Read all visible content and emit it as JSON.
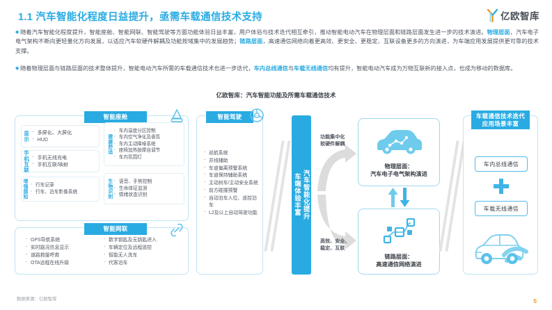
{
  "header": {
    "title": "1.1 汽车智能化程度日益提升，亟需车载通信技术支持",
    "logo_text": "亿欧智库"
  },
  "paragraphs": [
    {
      "segments": [
        {
          "text": "随着汽车智能化程度提升，智能座舱、智能网联、智能驾驶等方面功能体验日益丰富，用户体验与技术迭代相互牵引，推动智能电动汽车在物理层面和链路层面发生进一步的技术演进。",
          "highlight": false
        },
        {
          "text": "物理层面",
          "highlight": true
        },
        {
          "text": "，汽车电子电气架构不断向更轻量化方向发展，以适应汽车软硬件解耦及功能按域集中的发展趋势；",
          "highlight": false
        },
        {
          "text": "链路层面",
          "highlight": true
        },
        {
          "text": "，高速通信网络向着更高效、更安全、更稳定、互联设备更多的方向演进，为车端应用发展提供更可靠的技术支撑。",
          "highlight": false
        }
      ]
    },
    {
      "segments": [
        {
          "text": "随着物理层面与链路层面的技术整体提升，智能电动汽车所需的车载通信技术也进一步迭代，",
          "highlight": false
        },
        {
          "text": "车内总线通信",
          "highlight": true
        },
        {
          "text": "与",
          "highlight": false
        },
        {
          "text": "车载无线通信",
          "highlight": true
        },
        {
          "text": "均有提升，智能电动汽车成为万物互联新的接入点，也成为移动的数据库。",
          "highlight": false
        }
      ]
    }
  ],
  "chart_title": "亿欧智库：汽车智能功能及所需车载通信技术",
  "diagram": {
    "cockpit": {
      "title": "智能座舱",
      "icon": "car-seat-icon",
      "groups": [
        {
          "label": "显示",
          "items": [
            "多屏化、大屏化",
            "HUD"
          ]
        },
        {
          "label": "手机互联",
          "items": [
            "手机无线充电",
            "手机互联/映射"
          ]
        },
        {
          "label": "增强感知",
          "items": [
            "行车记录",
            "行车、泊车影像系统"
          ]
        },
        {
          "label": "健康舒适",
          "items": [
            "车内温度分区控制",
            "车内空气净化及香氛",
            "车内主动降噪系统",
            "座椅加热按摩自调节",
            "车内氛围灯"
          ]
        },
        {
          "label": "生物识别",
          "items": [
            "语音、手势控制",
            "生命体征监测",
            "情绪状态识别"
          ]
        }
      ]
    },
    "connected": {
      "title": "智能网联",
      "icon": "link-chain-icon",
      "col_left": [
        "GPS导航系统",
        "实时路况信息显示",
        "道路救援呼救",
        "OTA远程在线升级"
      ],
      "col_right": [
        "数字钥匙及无钥匙进入",
        "车辆定位及远程遥控",
        "智能无人洗车",
        "代客泊车"
      ]
    },
    "driving": {
      "title": "智能驾驶",
      "icon": "steering-wheel-icon",
      "items": [
        "巡航系统",
        "并线辅助",
        "车道偏离预警系统",
        "车道保持辅助系统",
        "主动刹车/主动安全系统",
        "前方碰撞预警",
        "自动泊车入位、遥控泊车",
        "L2及以上自动驾驶功能"
      ]
    },
    "center_bar": {
      "line1": "汽车智能化提升",
      "line2": "车端体验丰富"
    },
    "arrow_labels": {
      "top": "功能集中化\n软硬件解耦",
      "top_line1": "功能集中化",
      "top_line2": "软硬件解耦",
      "bottom_line1": "高效、安全、",
      "bottom_line2": "稳定、互联"
    },
    "physical_layer": {
      "line1": "物理层面：",
      "line2": "汽车电子电气架构演进",
      "icon": "car-network-icon"
    },
    "link_layer": {
      "line1": "链路层面：",
      "line2": "高速通信网络演进",
      "icon": "network-nodes-icon"
    },
    "application": {
      "title_line1": "车载通信技术迭代",
      "title_line2": "应用场景丰富",
      "pill_top": "车内总线通信",
      "pill_bottom": "车载无线通信",
      "plus_icon": "plus-icon",
      "car_icon": "car-wifi-icon"
    }
  },
  "footer": {
    "source": "数据来源：亿欧智库",
    "page": "5"
  },
  "colors": {
    "accent": "#29ABE2",
    "accent_light": "#6FCBEC",
    "text": "#4f5560",
    "orange": "#F7941E",
    "border": "#BFE3F5"
  }
}
